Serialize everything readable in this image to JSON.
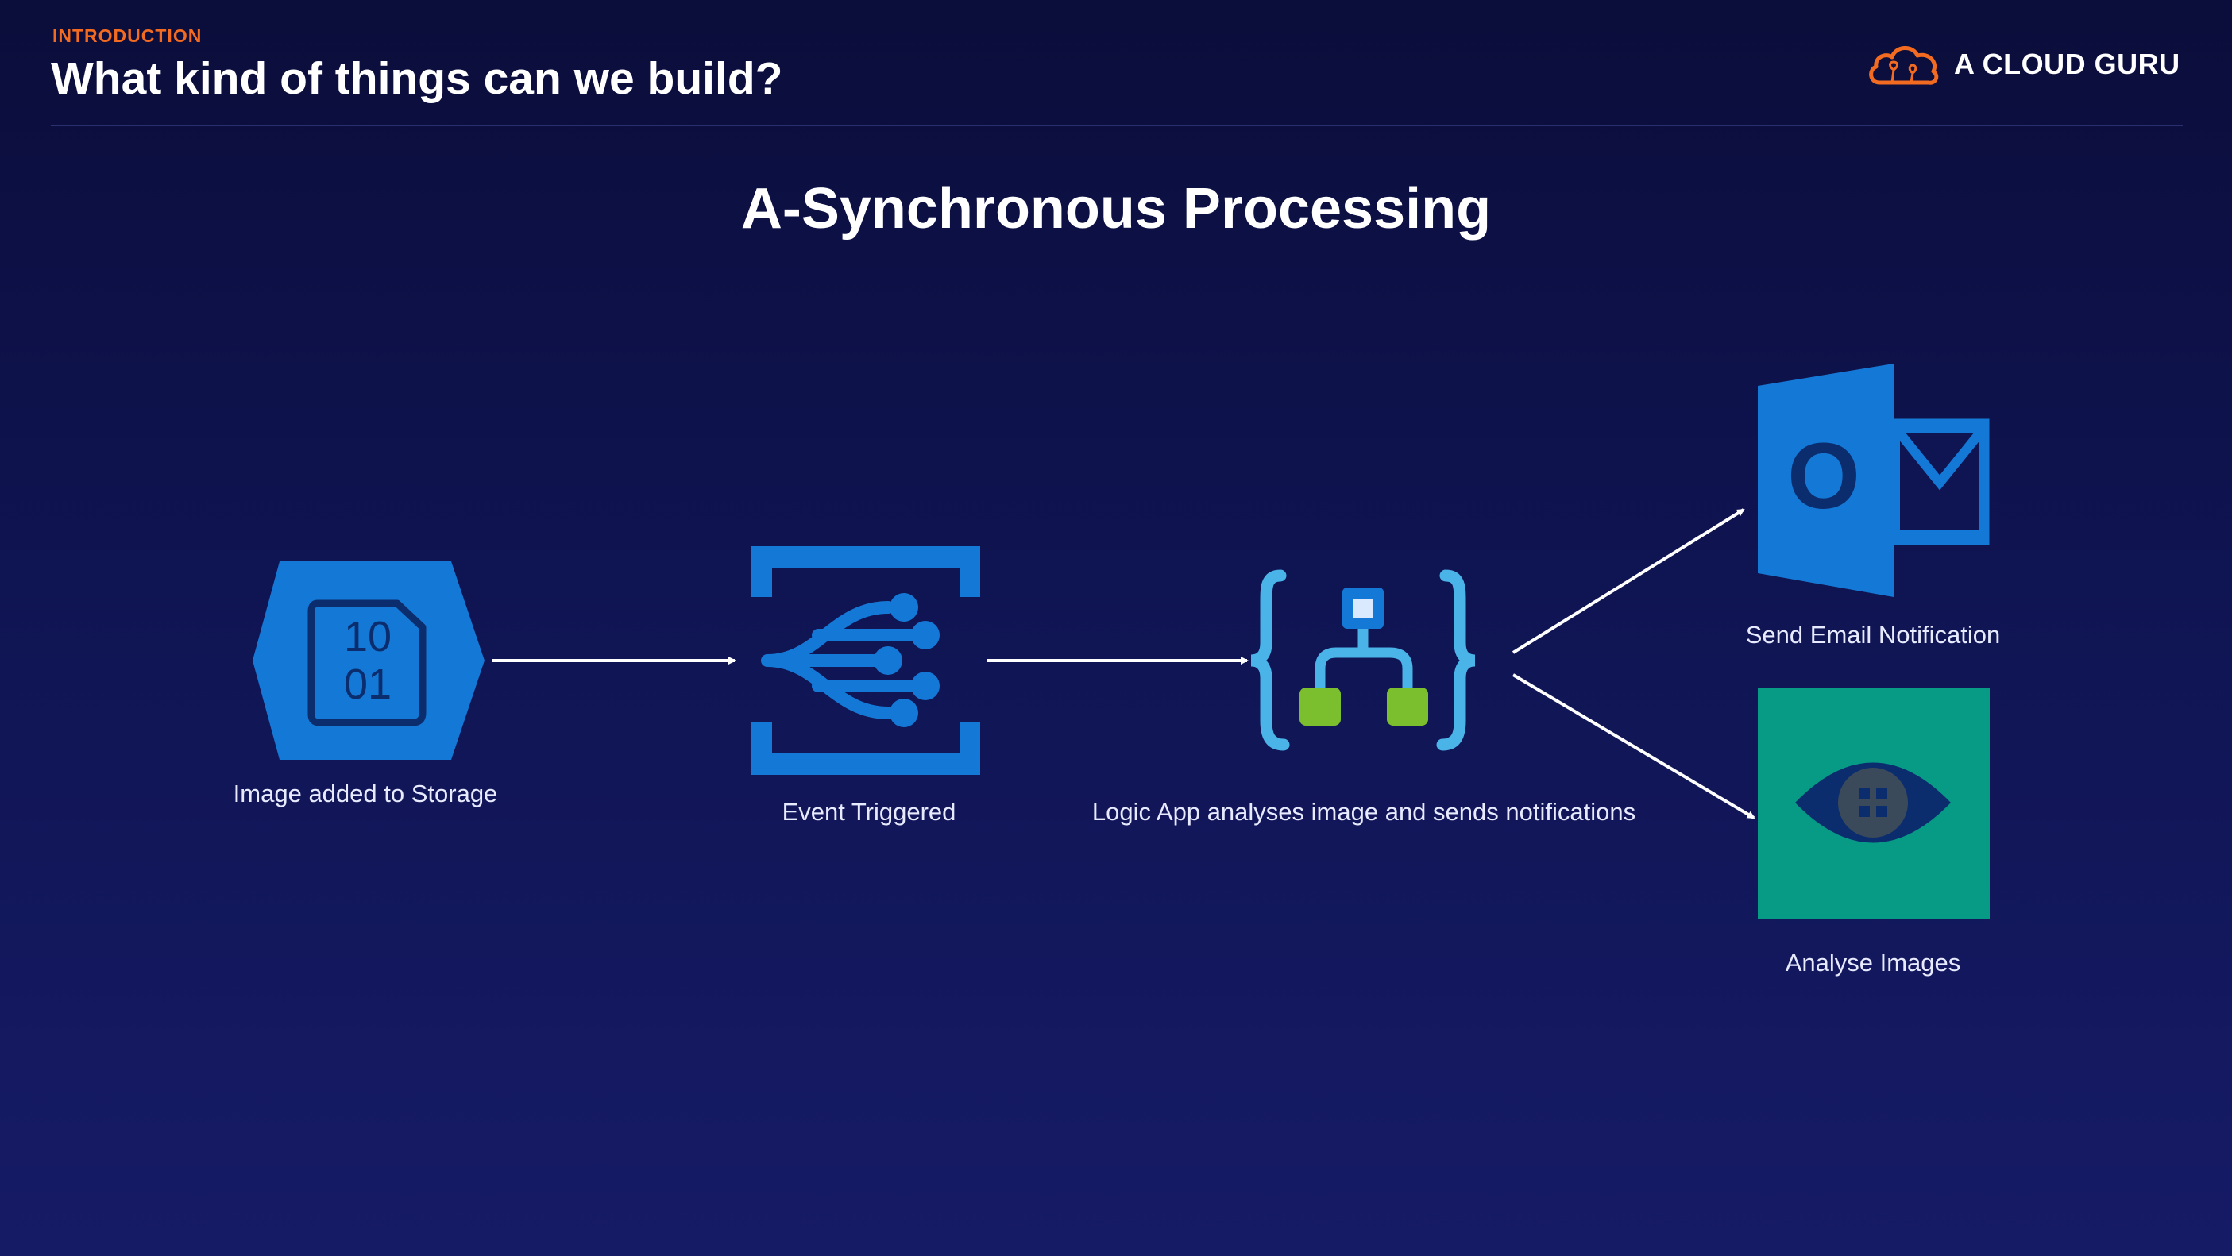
{
  "header": {
    "section": "INTRODUCTION",
    "title": "What kind of things can we build?",
    "brand": "A CLOUD GURU"
  },
  "diagram": {
    "title": "A-Synchronous Processing",
    "nodes": [
      {
        "id": "storage",
        "label": "Image added to Storage",
        "icon": "storage-blob-icon",
        "glyph_top": "10",
        "glyph_bottom": "01"
      },
      {
        "id": "event",
        "label": "Event Triggered",
        "icon": "event-grid-icon"
      },
      {
        "id": "logic",
        "label": "Logic App analyses image and sends notifications",
        "icon": "logic-app-icon"
      },
      {
        "id": "email",
        "label": "Send Email Notification",
        "icon": "outlook-icon",
        "glyph": "O"
      },
      {
        "id": "vision",
        "label": "Analyse Images",
        "icon": "computer-vision-icon"
      }
    ],
    "edges": [
      {
        "from": "storage",
        "to": "event"
      },
      {
        "from": "event",
        "to": "logic"
      },
      {
        "from": "logic",
        "to": "email"
      },
      {
        "from": "logic",
        "to": "vision"
      }
    ],
    "colors": {
      "azure_blue": "#1479d6",
      "logic_cyan": "#4ab3e8",
      "logic_green": "#7cbf2e",
      "vision_teal": "#079a85",
      "brand_orange": "#f26b21"
    }
  }
}
